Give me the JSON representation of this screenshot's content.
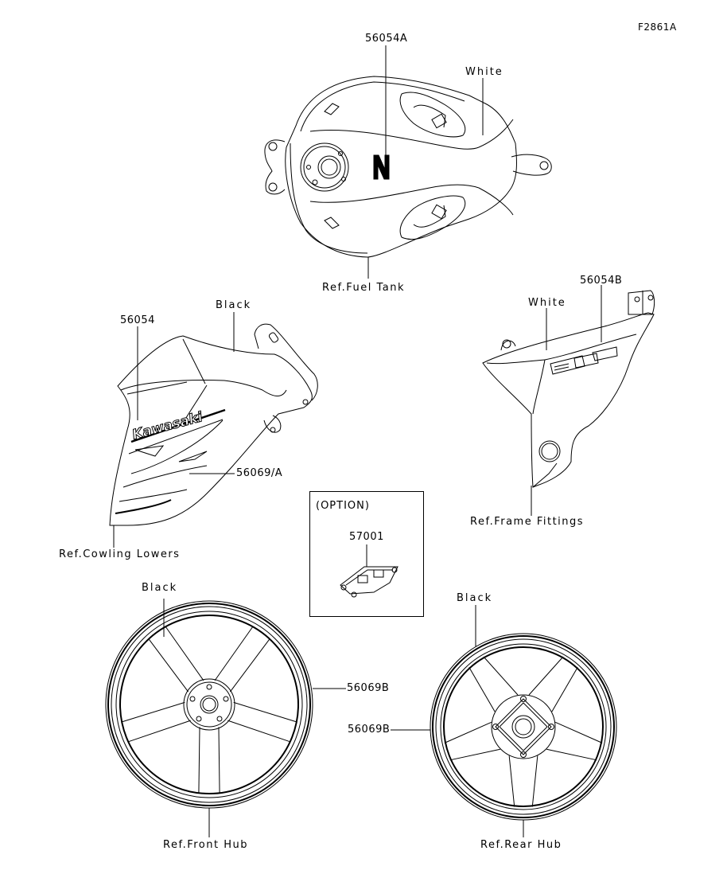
{
  "figure_id": "F2861A",
  "groups": {
    "fuel_tank": {
      "part_number": "56054A",
      "color_note": "White",
      "reference": "Ref.Fuel Tank",
      "emblem_letter": "N"
    },
    "cowling_lower": {
      "part_number_decal": "56054",
      "part_number_stripe": "56069/A",
      "color_note": "Black",
      "reference": "Ref.Cowling Lowers",
      "logo_text": "Kawasaki"
    },
    "frame_cover": {
      "part_number": "56054B",
      "color_note": "White",
      "reference": "Ref.Frame Fittings"
    },
    "option": {
      "title": "(OPTION)",
      "part_number": "57001"
    },
    "front_wheel": {
      "part_number": "56069B",
      "color_note": "Black",
      "reference": "Ref.Front Hub"
    },
    "rear_wheel": {
      "part_number": "56069B",
      "color_note": "Black",
      "reference": "Ref.Rear Hub"
    }
  }
}
